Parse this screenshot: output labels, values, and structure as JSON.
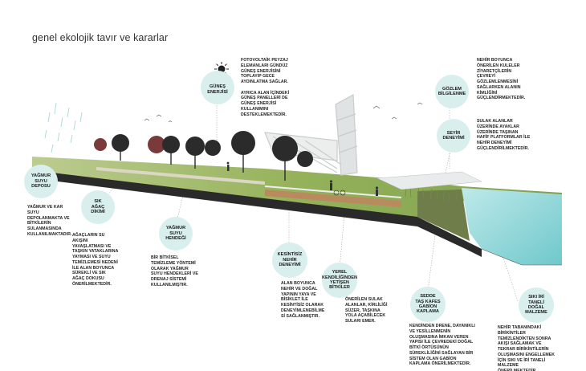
{
  "title": "genel ekolojik tavır ve kararlar",
  "annotations": [
    {
      "key": "gunes",
      "label": "GÜNEŞ\nENERJİSİ",
      "text": "FOTOVOLTAİK PEYZAJ\nELEMANLARI GÜNDÜZ\nGÜNEŞ ENERJİSİNİ\nTOPLAYIP GECE\nAYDINLATMA SAĞLAR.\n\nAYRICA ALAN İÇİNDEKİ\nGÜNEŞ PANELLERİ DE\nGÜNEŞ ENERJİSİ\nKULLANIMINI\nDESTEKLEMEKTEDİR."
    },
    {
      "key": "gozlem",
      "label": "GÖZLEM\nBİLGİLENME",
      "text": "NEHİR BOYUNCA\nÖNERİLEN KULELER\nZİYARETÇİLERİN\nÇEVREYİ\nGÖZLEMLENMESİNİ\nSAĞLARKEN ALANIN\nKİMLİĞİNİ\nGÜÇLENDİRMEKTEDİR."
    },
    {
      "key": "seyir",
      "label": "SEYİR\nDENEYİMİ",
      "text": "SULAK ALANLAR\nÜZERİNDE AYAKLAR\nÜZERİNDE TAŞINAN\nHAFİF PLATFORMLAR İLE\nNEHİR DENEYİMİ\nGÜÇLENDİRİLMEKTEDİR."
    },
    {
      "key": "yagmur_depo",
      "label": "YAĞMUR\nSUYU\nDEPOSU",
      "text": "YAĞMUR VE KAR\nSUYU\nDEPOLANMAKTA VE\nBİTKİLERİN\nSULANMASINDA\nKULLANILMAKTADIR."
    },
    {
      "key": "agac",
      "label": "SIK\nAĞAÇ\nDİKİMİ",
      "text": "AĞAÇLARIN SU\nAKIŞINI\nYAVAŞLATMASI VE\nTAŞKIN YATAKLARINA\nYAYMASI VE SUYU\nTEMİZLEMESİ NEDENİ\nİLE ALAN BOYUNCA\nSÜREKLİ VE SIK\nAĞAÇ DOKUSU\nÖNERİLMEKTEDİR."
    },
    {
      "key": "hendek",
      "label": "YAĞMUR\nSUYU\nHENDEĞİ",
      "text": "BİR BİTKİSEL\nTEMİZLEME YÖNTEMİ\nOLARAK YAĞMUR\nSUYU HENDEKLERİ VE\nDRENAJ SİSTEMİ\nKULLANILMIŞTIR."
    },
    {
      "key": "kesintisiz",
      "label": "KESİNTİSİZ\nNEHİR\nDENEYİMİ",
      "text": "ALAN BOYUNCA\nNEHİR VE DOĞAL\nYAPININ YAYA VE\nBİSİKLET İLE\nKESİNTİSİZ OLARAK\nDENEYİMLENEBİLME\nSİ SAĞLANMIŞTIR."
    },
    {
      "key": "yerel",
      "label": "YEREL\nKENDİLİĞİNDEN\nYETİŞEN\nBİTKİLER",
      "text": "ÖNERİLEN SULAK\nALANLAR, KİRLİLİĞİ\nSÜZER, TAŞKINA\nYOLA AÇABİLECEK\nSULARI EMER."
    },
    {
      "key": "sedde",
      "label": "SEDDE\nTAŞ KAFES\nGABİON\nKAPLAMA",
      "text": "KENDİNDEN DRENE, DAYANIKLI\nVE YESİLLENMENİN\nOLUŞMASINA İMKAN VEREN\nYAPISI İLE ÇEVREDEKİ DOĞAL\nBİTKİ ÖRTÜSÜNÜN\nSÜREKLİLİĞİNİ SAĞLAYAN BİR\nSİSTEM OLAN GABİON\nKAPLAMA ÖNERİLMEKTEDİR."
    },
    {
      "key": "siki",
      "label": "SIKI İRİ\nTANELİ\nDOĞAL\nMALZEME",
      "text": "NEHİR TABANINDAKİ\nBİRİKİNTİLER\nTEMİZLENDİKTEN SONRA\nAKIŞI SAĞLAMAK VE\nTEKRAR BİRİKİNTİLERİN\nOLUŞMASINI ENGELLEMEK\nİÇİN SIKI VE İRİ TANELİ\nMALZEME\nÖNERİLMEKTEDİR."
    }
  ],
  "colors": {
    "bubble": "#d9efee",
    "water": "#8fd6d8",
    "grass": "#8fae52",
    "soil": "#2a2a2a",
    "path": "#b98a5e"
  }
}
